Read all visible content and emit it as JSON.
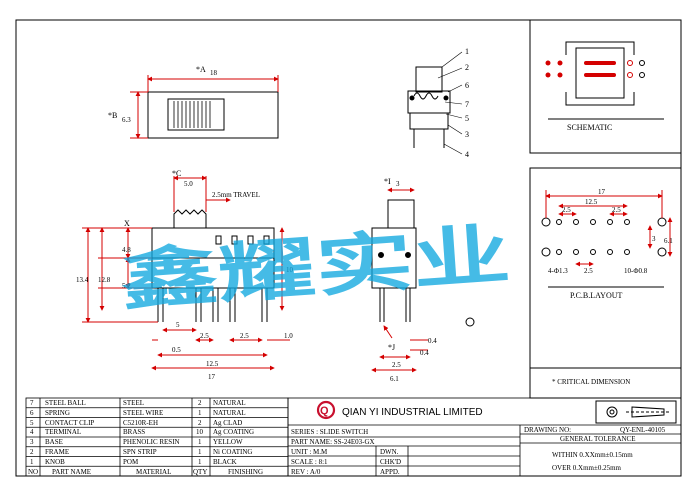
{
  "top_view": {
    "dim_a_label": "*A",
    "dim_a_value": "18",
    "dim_b_label": "*B",
    "dim_b_value": "6.3"
  },
  "side_callouts": [
    "1",
    "2",
    "6",
    "7",
    "5",
    "3",
    "4"
  ],
  "front_view": {
    "dim_c_label": "*C",
    "dim_c_value": "5.0",
    "travel": "2.5mm TRAVEL",
    "x_label": "X",
    "h_4_8": "4.8",
    "h_12_8": "12.8",
    "h_13_4": "13.4",
    "h_5_2": "5.2",
    "h_10": "10",
    "w_0_5": "0.5",
    "w_2_5a": "2.5",
    "w_2_5b": "2.5",
    "w_1_0": "1.0",
    "w_5": "5",
    "w_12_5": "12.5",
    "w_17": "17"
  },
  "end_view": {
    "dim_i_label": "*I",
    "dim_i_value": "3",
    "dim_j_label": "*J",
    "d_0_4a": "0.4",
    "d_0_4b": "0.4",
    "d_2_5": "2.5",
    "d_6_1": "6.1"
  },
  "schematic": {
    "label": "SCHEMATIC"
  },
  "pcb": {
    "label": "P.C.B.LAYOUT",
    "w_17": "17",
    "w_12_5": "12.5",
    "w_2_5a": "2.5",
    "w_2_5b": "2.5",
    "h_3": "3",
    "h_6_1": "6.1",
    "hole_a": "4-Φ1.3",
    "w_2_5c": "2.5",
    "hole_b": "10-Φ0.8"
  },
  "critical_note": "* CRITICAL  DIMENSION",
  "bom": {
    "rows": [
      {
        "no": "7",
        "part": "STEEL BALL",
        "material": "STEEL",
        "qty": "2",
        "finishing": "NATURAL"
      },
      {
        "no": "6",
        "part": "SPRING",
        "material": "STEEL WIRE",
        "qty": "1",
        "finishing": "NATURAL"
      },
      {
        "no": "5",
        "part": "CONTACT CLIP",
        "material": "C5210R-EH",
        "qty": "2",
        "finishing": "Ag CLAD"
      },
      {
        "no": "4",
        "part": "TERMINAL",
        "material": "BRASS",
        "qty": "10",
        "finishing": "Ag COATING"
      },
      {
        "no": "3",
        "part": "BASE",
        "material": "PHENOLIC RESIN",
        "qty": "1",
        "finishing": "YELLOW"
      },
      {
        "no": "2",
        "part": "FRAME",
        "material": "SPN STRIP",
        "qty": "1",
        "finishing": "Ni COATING"
      },
      {
        "no": "1",
        "part": "KNOB",
        "material": "POM",
        "qty": "1",
        "finishing": "BLACK"
      }
    ],
    "header": {
      "no": "NO",
      "part": "PART NAME",
      "material": "MATERIAL",
      "qty": "QTY",
      "finishing": "FINISHING"
    }
  },
  "title_block": {
    "logo_letter": "Q",
    "company": "QIAN  YI  INDUSTRIAL  LIMITED",
    "series": "SERIES : SLIDE SWITCH",
    "part_name": "PART NAME: SS-24E03-GX",
    "unit": "UNIT : M.M",
    "scale": "SCALE : 8:1",
    "rev": "REV   : A/0",
    "dwn": "DWN.",
    "chkd": "CHK'D",
    "appd": "APPD.",
    "drawing_no_label": "DRAWING NO:",
    "drawing_no": "QY-ENL-40105",
    "tolerance_label": "GENERAL TOLERANCE",
    "tol_within": "WITHIN 0.XXmm±0.15mm",
    "tol_over": "OVER    0.Xmm±0.25mm"
  },
  "watermark": "鑫耀实业",
  "colors": {
    "dimension": "#d40000",
    "watermark": "#11a8e0",
    "logo": "#c8102e"
  }
}
